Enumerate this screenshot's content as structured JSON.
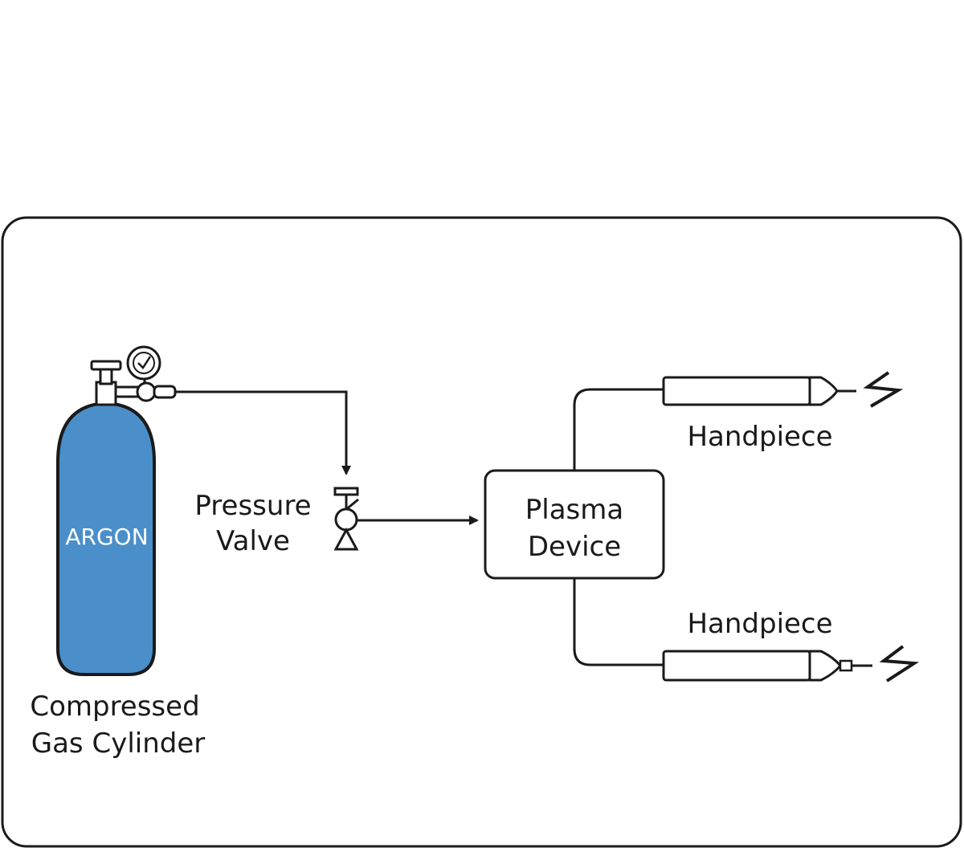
{
  "colors": {
    "frame_stroke": "#1a1a1a",
    "line": "#1a1a1a",
    "cylinder_fill": "#4a8fc9",
    "cylinder_text": "#ffffff",
    "background": "#ffffff"
  },
  "cylinder": {
    "gas_label": "ARGON",
    "caption_line1": "Compressed",
    "caption_line2": "Gas Cylinder"
  },
  "valve": {
    "label_line1": "Pressure",
    "label_line2": "Valve"
  },
  "device": {
    "label_line1": "Plasma",
    "label_line2": "Device"
  },
  "handpieces": [
    {
      "label": "Handpiece"
    },
    {
      "label": "Handpiece"
    }
  ]
}
